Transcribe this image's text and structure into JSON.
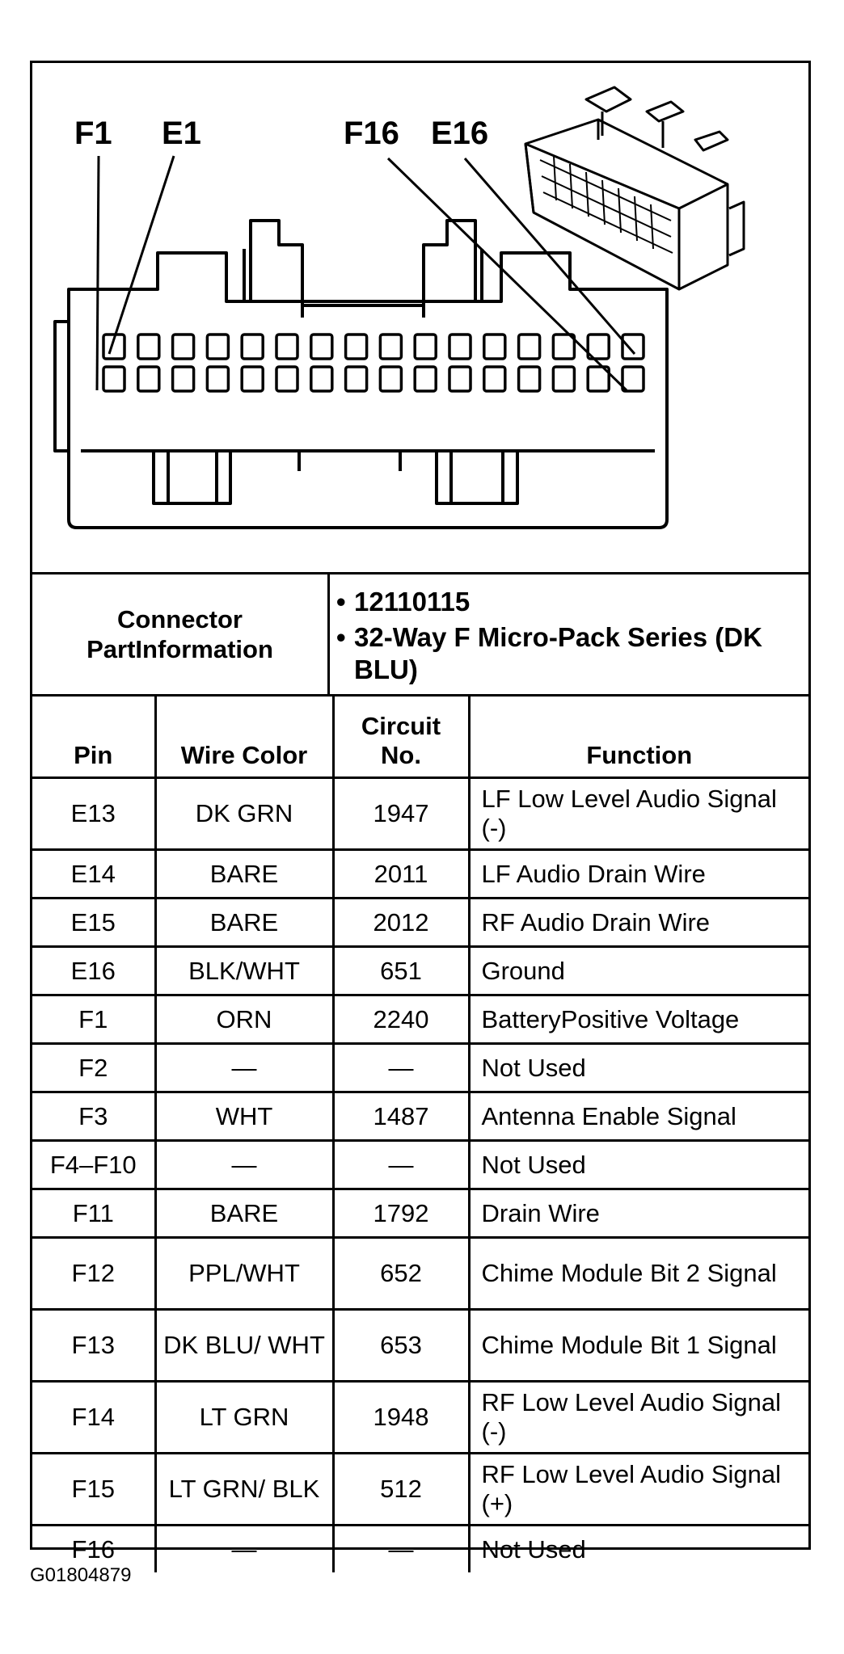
{
  "figure": {
    "pin_labels": [
      "F1",
      "E1",
      "F16",
      "E16"
    ]
  },
  "part_info": {
    "label": "Connector PartInformation",
    "values": [
      "12110115",
      "32-Way F Micro-Pack Series (DK BLU)"
    ]
  },
  "table": {
    "headers": {
      "pin": "Pin",
      "color": "Wire Color",
      "circuit": "Circuit No.",
      "function": "Function"
    },
    "rows": [
      {
        "pin": "E13",
        "color": "DK GRN",
        "circuit": "1947",
        "function": "LF Low Level Audio Signal (-)"
      },
      {
        "pin": "E14",
        "color": "BARE",
        "circuit": "2011",
        "function": "LF Audio Drain Wire"
      },
      {
        "pin": "E15",
        "color": "BARE",
        "circuit": "2012",
        "function": "RF Audio Drain Wire"
      },
      {
        "pin": "E16",
        "color": "BLK/WHT",
        "circuit": "651",
        "function": "Ground"
      },
      {
        "pin": "F1",
        "color": "ORN",
        "circuit": "2240",
        "function": "BatteryPositive Voltage"
      },
      {
        "pin": "F2",
        "color": "—",
        "circuit": "—",
        "function": "Not Used"
      },
      {
        "pin": "F3",
        "color": "WHT",
        "circuit": "1487",
        "function": "Antenna Enable Signal"
      },
      {
        "pin": "F4–F10",
        "color": "—",
        "circuit": "—",
        "function": "Not Used"
      },
      {
        "pin": "F11",
        "color": "BARE",
        "circuit": "1792",
        "function": "Drain Wire"
      },
      {
        "pin": "F12",
        "color": "PPL/WHT",
        "circuit": "652",
        "function": "Chime Module Bit 2 Signal"
      },
      {
        "pin": "F13",
        "color": "DK BLU/ WHT",
        "circuit": "653",
        "function": "Chime Module Bit 1 Signal"
      },
      {
        "pin": "F14",
        "color": "LT GRN",
        "circuit": "1948",
        "function": "RF Low Level Audio Signal (-)"
      },
      {
        "pin": "F15",
        "color": "LT GRN/ BLK",
        "circuit": "512",
        "function": "RF Low Level Audio Signal (+)"
      },
      {
        "pin": "F16",
        "color": "—",
        "circuit": "—",
        "function": "Not Used"
      }
    ]
  },
  "caption": "G01804879"
}
